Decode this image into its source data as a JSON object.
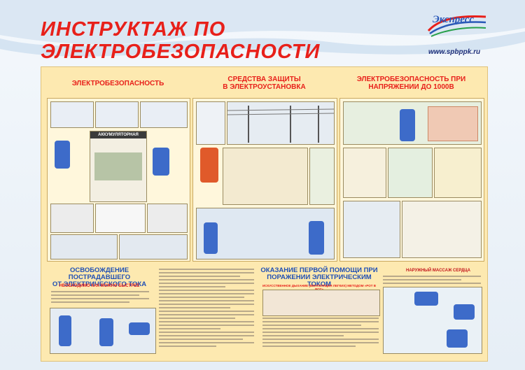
{
  "header": {
    "title_line1": "ИНСТРУКТАЖ ПО",
    "title_line2": "ЭЛЕКТРОБЕЗОПАСНОСТИ",
    "logo_text": "Экспресс",
    "site_url": "www.spbppk.ru"
  },
  "sections": {
    "electrosafety": "ЭЛЕКТРОБЕЗОПАСНОСТЬ",
    "protection_line1": "СРЕДСТВА  ЗАЩИТЫ",
    "protection_line2": "В ЭЛЕКТРОУСТАНОВКА",
    "voltage_line1": "ЭЛЕКТРОБЕЗОПАСНОСТЬ   ПРИ",
    "voltage_line2": "НАПРЯЖЕНИИ  ДО 1000В"
  },
  "panels": {
    "battery_label": "АККУМУЛЯТОРНАЯ"
  },
  "bottom": {
    "release_line1": "ОСВОБОЖДЕНИЕ ПОСТРАДАВШЕГО",
    "release_line2": "ОТ ЭЛЕКТРИЧЕСКОГО ТОКА",
    "release_sub": "НЕОБХОДИМО КАК МОЖНО БЫСТРЕЕ",
    "firstaid_line1": "ОКАЗАНИЕ ПЕРВОЙ ПОМОЩИ ПРИ",
    "firstaid_line2": "ПОРАЖЕНИИ ЭЛЕКТРИЧЕСКИМ ТОКОМ",
    "firstaid_sub": "ИСКУССТВЕННОЕ ДЫХАНИЕ (ВЕНТИЛЯЦИЯ ЛЕГКИХ) МЕТОДОМ «РОТ В РОТ»",
    "heart_massage": "НАРУЖНЫЙ МАССАЖ СЕРДЦА"
  },
  "colors": {
    "title_red": "#e8201a",
    "blue_title": "#1f4fb5",
    "board_bg": "#fde9b0"
  }
}
